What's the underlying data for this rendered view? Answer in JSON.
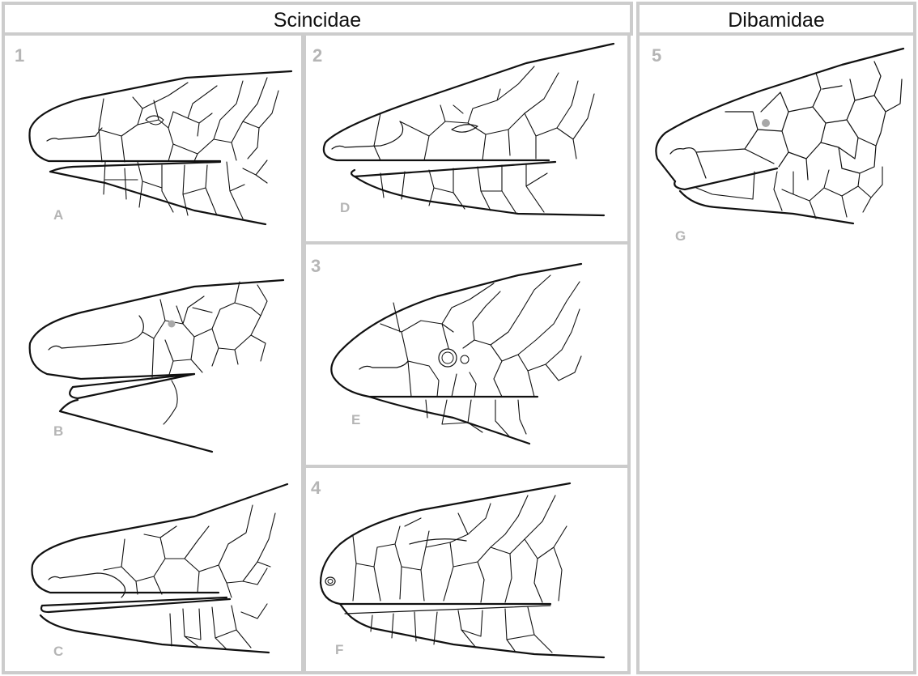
{
  "groups": {
    "scincidae": "Scincidae",
    "dibamidae": "Dibamidae"
  },
  "panels": [
    {
      "number": "1",
      "heads": [
        "A",
        "B",
        "C"
      ]
    },
    {
      "number": "2",
      "heads": [
        "D"
      ]
    },
    {
      "number": "3",
      "heads": [
        "E"
      ]
    },
    {
      "number": "4",
      "heads": [
        "F"
      ]
    },
    {
      "number": "5",
      "heads": [
        "G"
      ]
    }
  ],
  "colors": {
    "frame": "#cccccc",
    "line": "#111111",
    "label": "#b5b5b5",
    "eye_spot": "#a8a8a8"
  }
}
